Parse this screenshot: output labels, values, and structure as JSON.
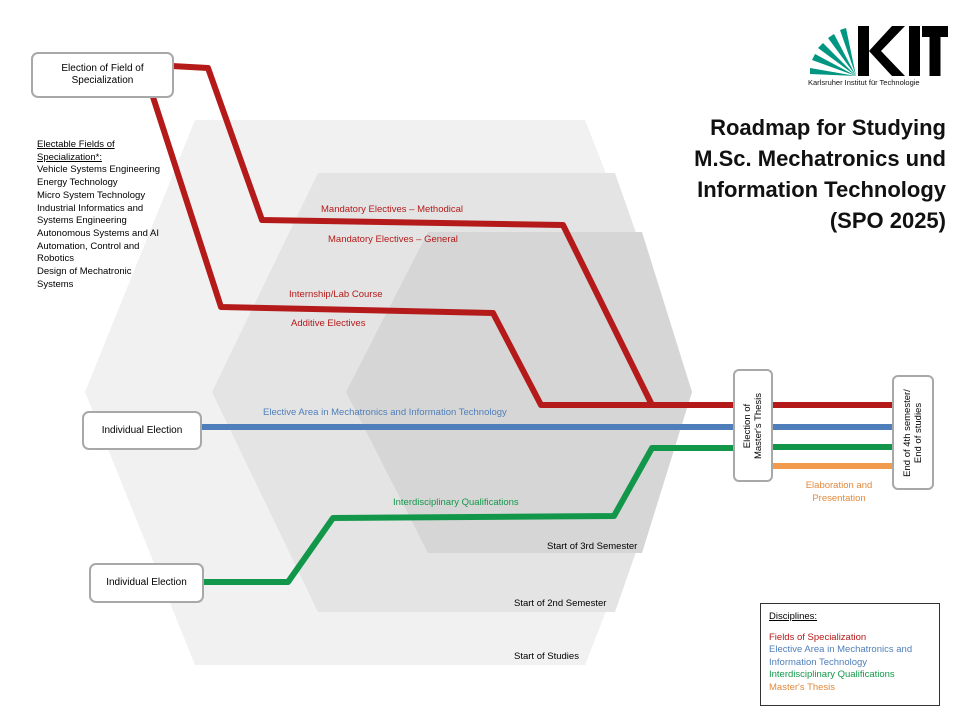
{
  "logo": {
    "text": "KIT",
    "subtitle": "Karlsruher Institut für Technologie",
    "icon": "kit-fan-logo",
    "color": "#009682"
  },
  "title": {
    "lines": [
      "Roadmap for Studying",
      "M.Sc. Mechatronics und",
      "Information Technology",
      "(SPO 2025)"
    ]
  },
  "boxes": {
    "election_field": "Election of Field of Specialization",
    "individual_election_1": "Individual Election",
    "individual_election_2": "Individual Election",
    "masters_thesis": [
      "Election of",
      "Master's Thesis"
    ],
    "end_of_studies": [
      "End of 4th semester/",
      "End of studies"
    ]
  },
  "fields_list": {
    "heading": [
      "Electable Fields of",
      "Specialization*:"
    ],
    "items": [
      "Vehicle Systems Engineering",
      "Energy Technology",
      "Micro System Technology",
      "Industrial Informatics and",
      "Systems Engineering",
      "Autonomous Systems and AI",
      "Automation, Control and",
      "Robotics",
      "Design of Mechatronic",
      "Systems"
    ]
  },
  "path_labels": {
    "mandatory_methodical": "Mandatory Electives – Methodical",
    "mandatory_general": "Mandatory Electives – General",
    "internship": "Internship/Lab Course",
    "additive": "Additive Electives",
    "elective_area": "Elective Area in Mechatronics and Information Technology",
    "interdisciplinary": "Interdisciplinary Qualifications",
    "elaboration": [
      "Elaboration and",
      "Presentation"
    ]
  },
  "semesters": {
    "third": "Start of 3rd Semester",
    "second": "Start of 2nd Semester",
    "start": "Start of Studies"
  },
  "legend": {
    "heading": "Disciplines:",
    "items": [
      {
        "lines": [
          "Fields of Specialization"
        ],
        "color": "#b51a1a"
      },
      {
        "lines": [
          "Elective Area in Mechatronics and",
          "Information Technology"
        ],
        "color": "#4f7fba"
      },
      {
        "lines": [
          "Interdisciplinary Qualifications"
        ],
        "color": "#12974a"
      },
      {
        "lines": [
          "Master's Thesis"
        ],
        "color": "#e08a3c"
      }
    ]
  },
  "colors": {
    "fields_of_specialization": "#b51a1a",
    "elective_area": "#4f7fba",
    "interdisciplinary": "#12974a",
    "masters_thesis": "#e08a3c",
    "hex_outer": "#f1f1f1",
    "hex_middle": "#e4e4e4",
    "hex_inner": "#d6d6d6"
  }
}
